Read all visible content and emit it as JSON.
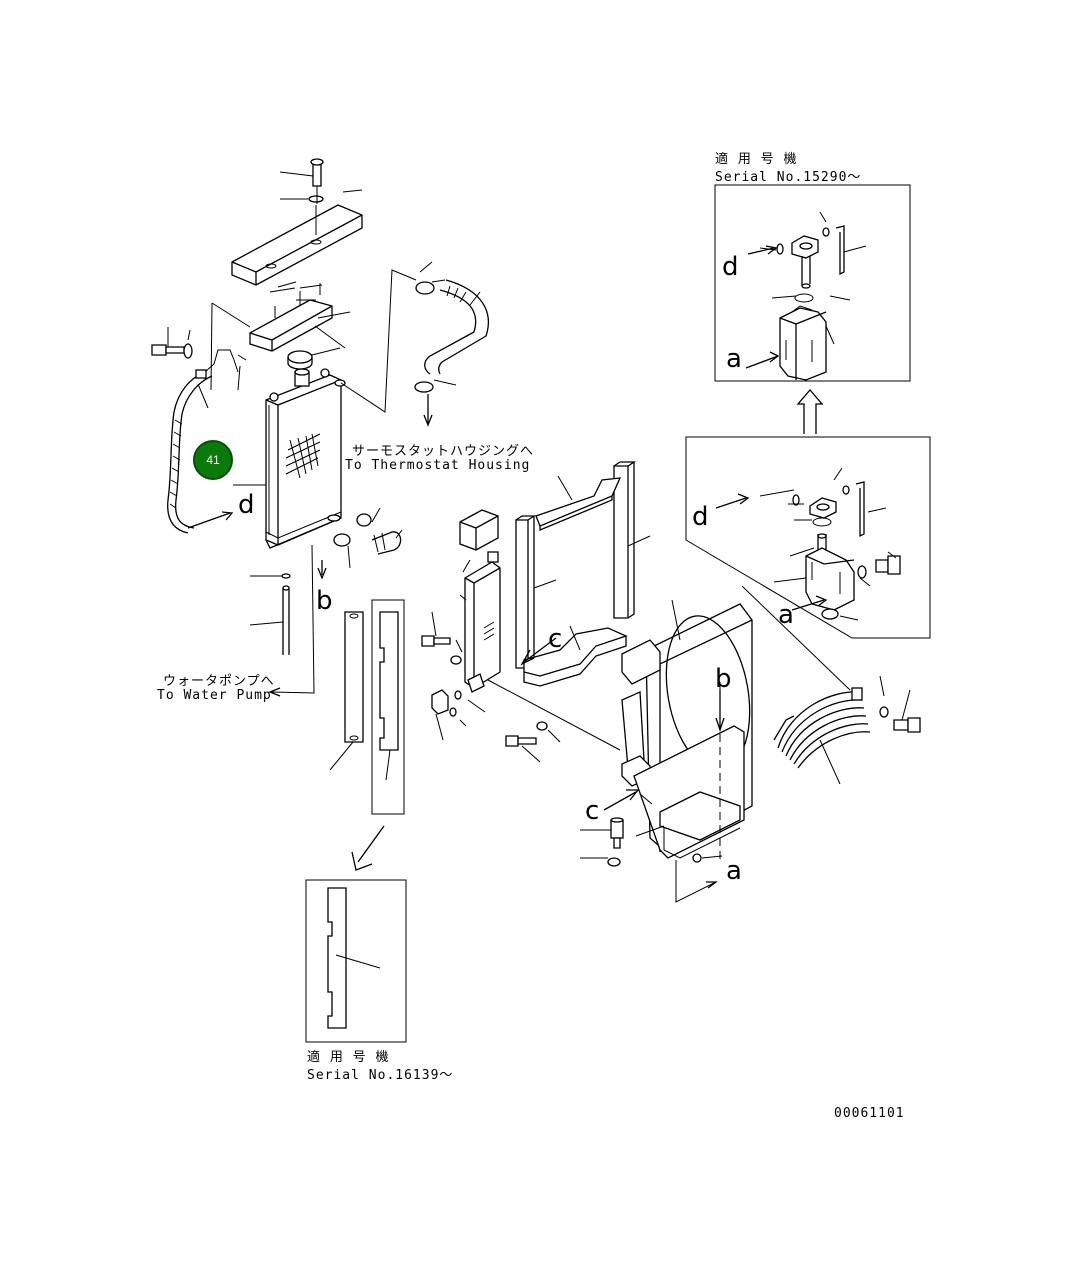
{
  "serial_top": {
    "title": "適 用 号 機",
    "serial": "Serial No.15290～"
  },
  "serial_bottom": {
    "title": "適 用 号 機",
    "serial": "Serial No.16139～"
  },
  "thermostat": {
    "jp": "サーモスタットハウジングへ",
    "en": "To Thermostat Housing"
  },
  "water_pump": {
    "jp": "ウォータポンプへ",
    "en": "To Water Pump"
  },
  "refs": {
    "a": "a",
    "b": "b",
    "c": "c",
    "d": "d"
  },
  "callout": {
    "label": "41",
    "color": "#0a7a0a"
  },
  "drawing_number": "00061101"
}
